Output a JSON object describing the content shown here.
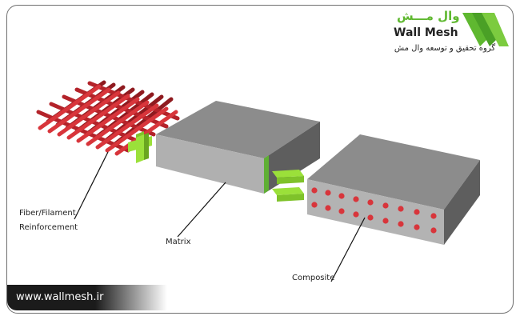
{
  "brand": {
    "name_fa": "وال مـــش",
    "name_en": "Wall Mesh",
    "subtitle_fa": "گروه تحقیق و توسعه وال مش",
    "logo": "wallmesh-w-logo",
    "accent_color": "#5fb830"
  },
  "labels": {
    "fiber_line1": "Fiber/Filament",
    "fiber_line2": "Reinforcement",
    "matrix": "Matrix",
    "composite": "Composite"
  },
  "symbols": {
    "plus": "plus-sign",
    "equals": "equals-sign"
  },
  "colors": {
    "fiber": "#c1272d",
    "matrix_gray": "#8c8c8c",
    "symbol_green": "#9be03a"
  },
  "footer": {
    "url": "www.wallmesh.ir"
  }
}
